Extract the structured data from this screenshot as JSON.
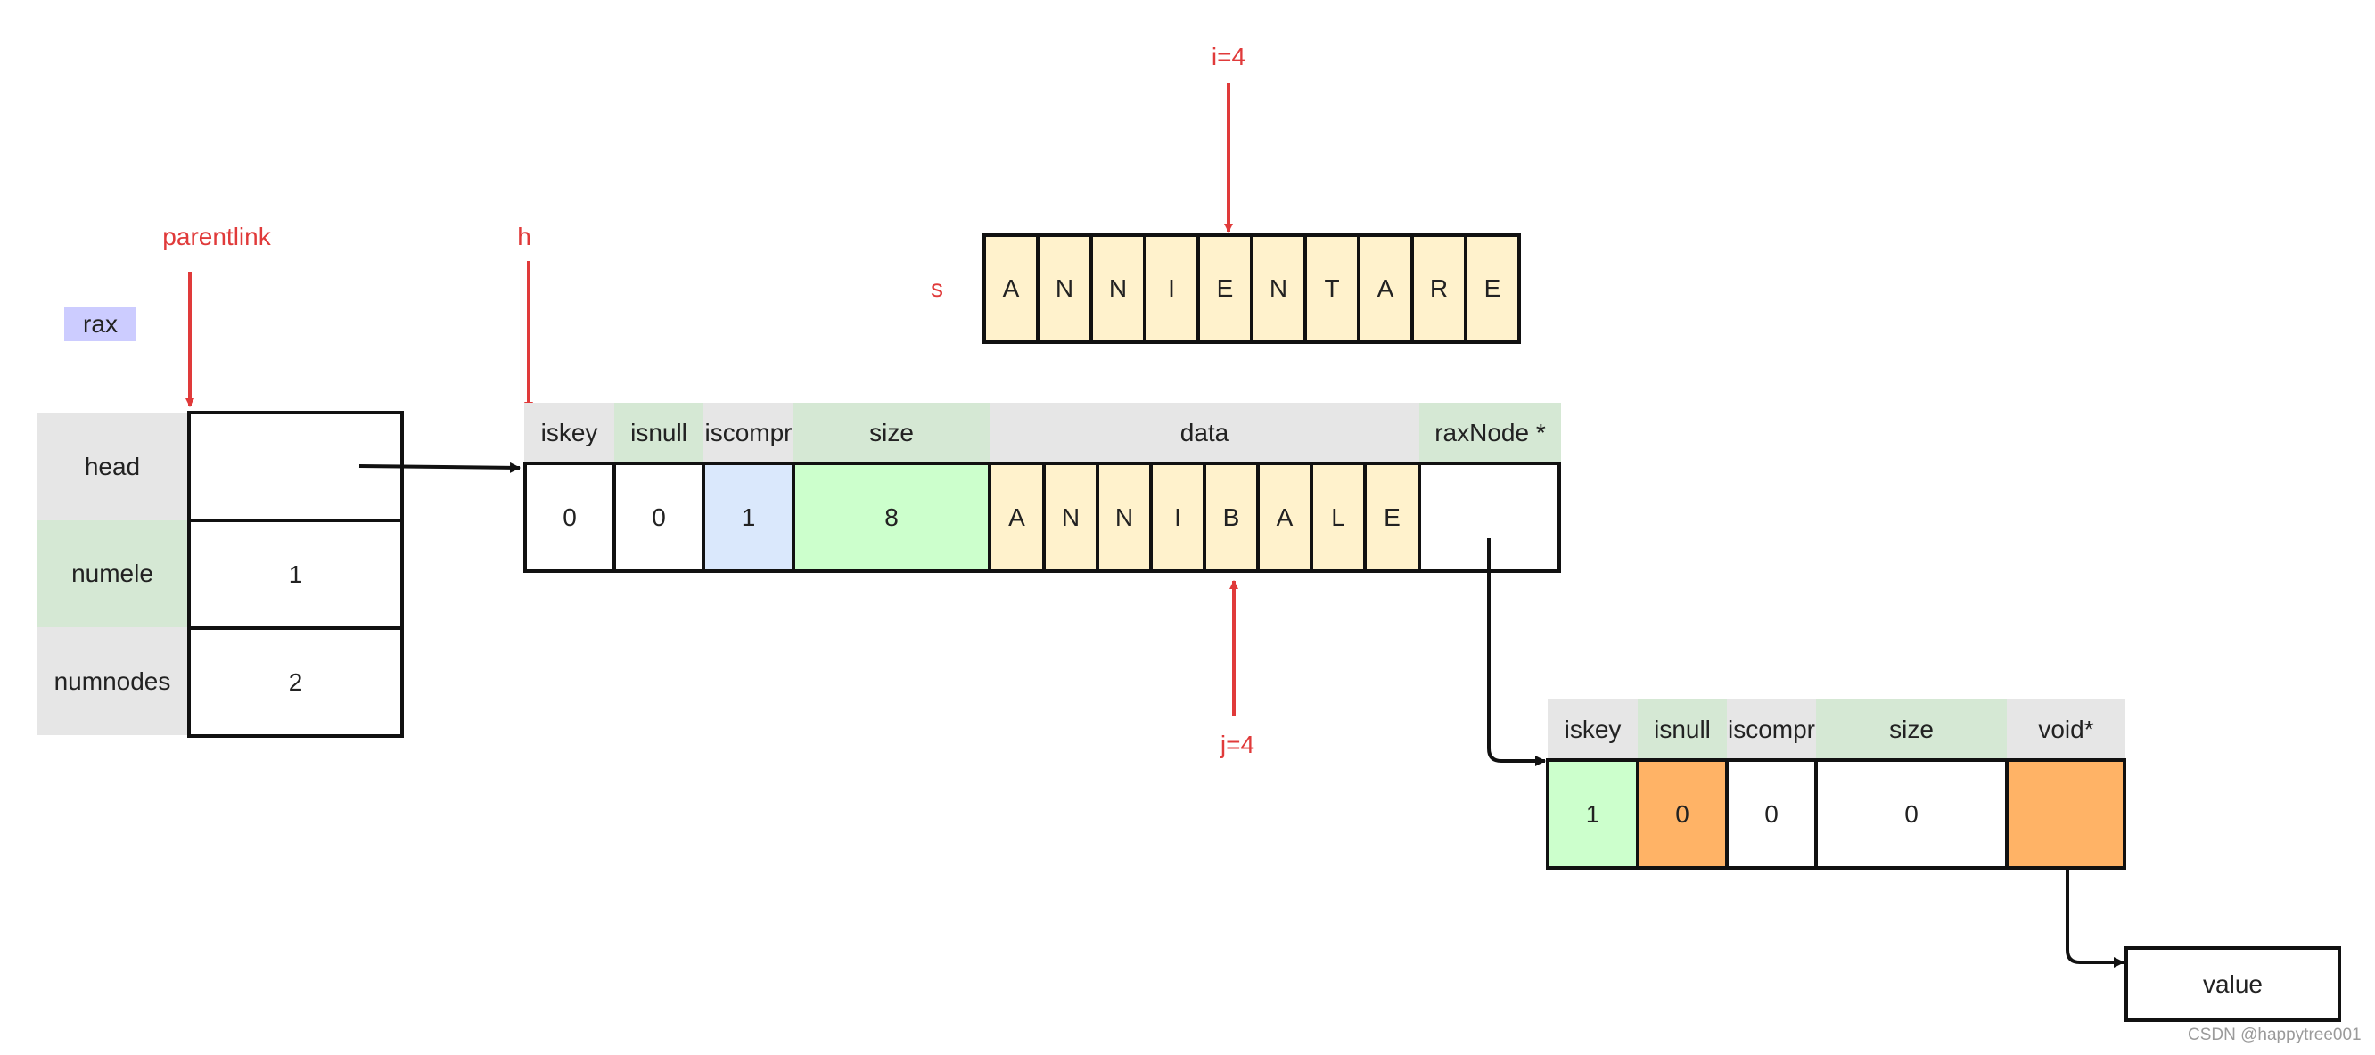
{
  "rax": {
    "title": "rax",
    "fields": [
      {
        "name": "head",
        "value": ""
      },
      {
        "name": "numele",
        "value": "1"
      },
      {
        "name": "numnodes",
        "value": "2"
      }
    ]
  },
  "pointers": {
    "parentlink": "parentlink",
    "h": "h",
    "i": "i=4",
    "j": "j=4",
    "s": "s"
  },
  "string_s": [
    "A",
    "N",
    "N",
    "I",
    "E",
    "N",
    "T",
    "A",
    "R",
    "E"
  ],
  "node1": {
    "headers": [
      "iskey",
      "isnull",
      "iscompr",
      "size",
      "data",
      "raxNode *"
    ],
    "values": [
      "0",
      "0",
      "1",
      "8"
    ],
    "data": [
      "A",
      "N",
      "N",
      "I",
      "B",
      "A",
      "L",
      "E"
    ]
  },
  "node2": {
    "headers": [
      "iskey",
      "isnull",
      "iscompr",
      "size",
      "void*"
    ],
    "values": [
      "1",
      "0",
      "0",
      "0"
    ]
  },
  "value_box": "value",
  "watermark": "CSDN @happytree001",
  "colors": {
    "arrow_red": "#e03a3a",
    "header_gray": "#e6e6e6",
    "header_green": "#d5e8d4",
    "char_cream": "#fff2cc",
    "compr_blue": "#dae8fc",
    "size_mint": "#ccffcc",
    "null_orange": "#ffb366",
    "rax_lavender": "#ccccff"
  }
}
